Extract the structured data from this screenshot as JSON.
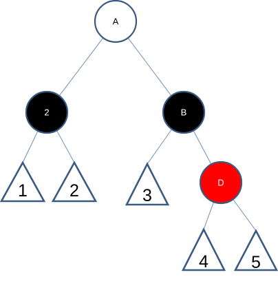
{
  "nodes": [
    {
      "id": "A",
      "label": "A",
      "fill": "#ffffff",
      "text_color": "#000000"
    },
    {
      "id": "n2",
      "label": "2",
      "fill": "#000000",
      "text_color": "#ffffff"
    },
    {
      "id": "B",
      "label": "B",
      "fill": "#000000",
      "text_color": "#ffffff"
    },
    {
      "id": "D",
      "label": "D",
      "fill": "#ff0000",
      "text_color": "#ffffff"
    }
  ],
  "subtrees": [
    {
      "id": "t1",
      "label": "1"
    },
    {
      "id": "t2",
      "label": "2"
    },
    {
      "id": "t3",
      "label": "3"
    },
    {
      "id": "t4",
      "label": "4"
    },
    {
      "id": "t5",
      "label": "5"
    }
  ],
  "edges": [
    {
      "from": "A",
      "to": "n2"
    },
    {
      "from": "A",
      "to": "B"
    },
    {
      "from": "n2",
      "to": "t1"
    },
    {
      "from": "n2",
      "to": "t2"
    },
    {
      "from": "B",
      "to": "t3"
    },
    {
      "from": "B",
      "to": "D"
    },
    {
      "from": "D",
      "to": "t4"
    },
    {
      "from": "D",
      "to": "t5"
    }
  ],
  "colors": {
    "edge": "#6e8fb8",
    "outline": "#3b5a82"
  }
}
